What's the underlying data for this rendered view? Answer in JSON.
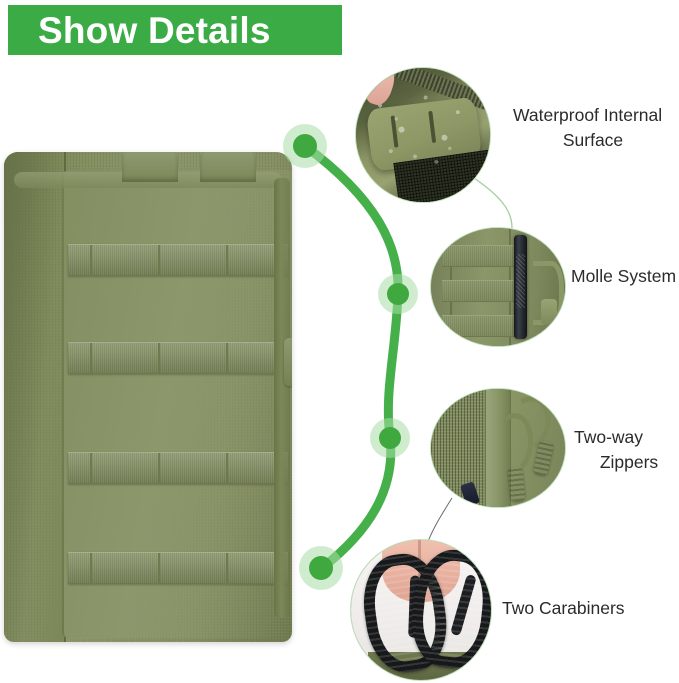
{
  "banner": {
    "title": "Show Details",
    "bg_color": "#3bab45",
    "text_color": "#ffffff"
  },
  "product": {
    "name": "tactical-molle-pouch",
    "color": "#838f61",
    "color_name": "olive green"
  },
  "accent": {
    "line_color": "#45b049",
    "node_color": "#3fa83f",
    "halo_color": "#a8dfa6"
  },
  "features": [
    {
      "id": "waterproof",
      "label": "Waterproof Internal Surface",
      "label_lines": [
        "Waterproof Internal",
        "Surface"
      ],
      "photo": "waterproof-internal-surface-closeup"
    },
    {
      "id": "molle",
      "label": "Molle System",
      "label_lines": [
        "Molle System"
      ],
      "photo": "molle-webbing-with-tactical-pen-closeup"
    },
    {
      "id": "zippers",
      "label": "Two-way Zippers",
      "label_lines": [
        "Two-way",
        "Zippers"
      ],
      "photo": "two-way-zipper-pulls-closeup"
    },
    {
      "id": "carabiners",
      "label": "Two Carabiners",
      "label_lines": [
        "Two Carabiners"
      ],
      "photo": "two-black-carabiners-held-in-hand-closeup"
    }
  ]
}
